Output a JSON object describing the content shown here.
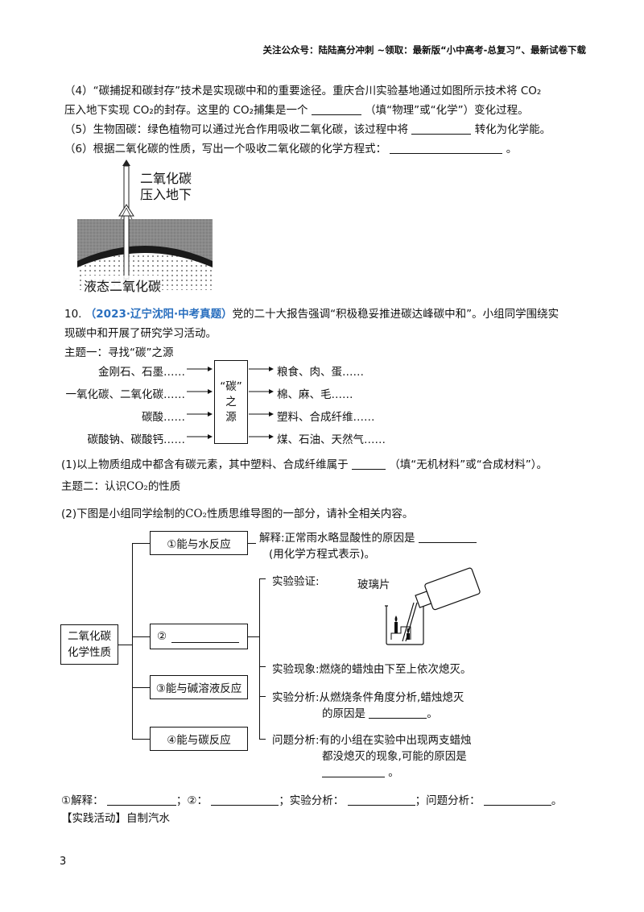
{
  "header": "关注公众号：陆陆高分冲刺  ~领取：最新版“小中高考-总复习”、最新试卷下载",
  "q4": {
    "line1": "（4）“碳捕捉和碳封存”技术是实现碳中和的重要途径。重庆合川实验基地通过如图所示技术将 CO₂",
    "line2a": "压入地下实现 CO₂的封存。这里的 CO₂捕集是一个",
    "line2b": "（填“物理”或“化学”）变化过程。"
  },
  "q5": {
    "a": "（5）生物固碳：绿色植物可以通过光合作用吸收二氧化碳，该过程中将",
    "b": "转化为化学能。"
  },
  "q6": {
    "a": "（6）根据二氧化碳的性质，写出一个吸收二氧化碳的化学方程式：",
    "b": "。"
  },
  "figure": {
    "label_top1": "二氧化碳",
    "label_top2": "压入地下",
    "label_bottom": "液态二氧化碳"
  },
  "q10": {
    "num": "10.",
    "source": "（2023·辽宁沈阳·中考真题）",
    "text1": "党的二十大报告强调“积极稳妥推进碳达峰碳中和”。小组同学围绕实",
    "text2": "现碳中和开展了研究学习活动。"
  },
  "theme1": "主题一：寻找“碳”之源",
  "carbon": {
    "center1": "“碳”",
    "center2": "之",
    "center3": "源",
    "left": [
      "金刚石、石墨……",
      "一氧化碳、二氧化碳……",
      "碳酸……",
      "碳酸钠、碳酸钙……"
    ],
    "right": [
      "粮食、肉、蛋……",
      "棉、麻、毛……",
      "塑料、合成纤维……",
      "煤、石油、天然气……"
    ]
  },
  "p1": {
    "a": "(1)以上物质组成中都含有碳元素，其中塑料、合成纤维属于",
    "b": "（填“无机材料”或“合成材料”）。"
  },
  "theme2": {
    "a": "主题二：认识",
    "co2": "CO₂",
    "b": "的性质"
  },
  "p2": {
    "a": "(2)下图是小组同学绘制的",
    "co2": "CO₂",
    "b": "性质思维导图的一部分，请补全相关内容。"
  },
  "mind": {
    "root1": "二氧化碳",
    "root2": "化学性质",
    "b1": "①能与水反应",
    "b2": "②",
    "b3": "③能与碱溶液反应",
    "b4": "④能与碳反应",
    "explain1": "解释:正常雨水略显酸性的原因是",
    "explain2": "(用化学方程式表示)。",
    "verify": "实验验证:",
    "glass": "玻璃片",
    "phenomenon": "实验现象:燃烧的蜡烛由下至上依次熄灭。",
    "analysis1": "实验分析:从燃烧条件角度分析,蜡烛熄灭",
    "analysis2": "的原因是",
    "analysis3": "。",
    "problem1": "问题分析:有的小组在实验中出现两支蜡烛",
    "problem2": "都没熄灭的现象,可能的原因是",
    "problem3": "。"
  },
  "answers": {
    "a": "①解释：",
    "b": "；②：",
    "c": "；实验分析：",
    "d": "；问题分析：",
    "e": "。"
  },
  "practice": "【实践活动】自制汽水",
  "page_number": "3"
}
